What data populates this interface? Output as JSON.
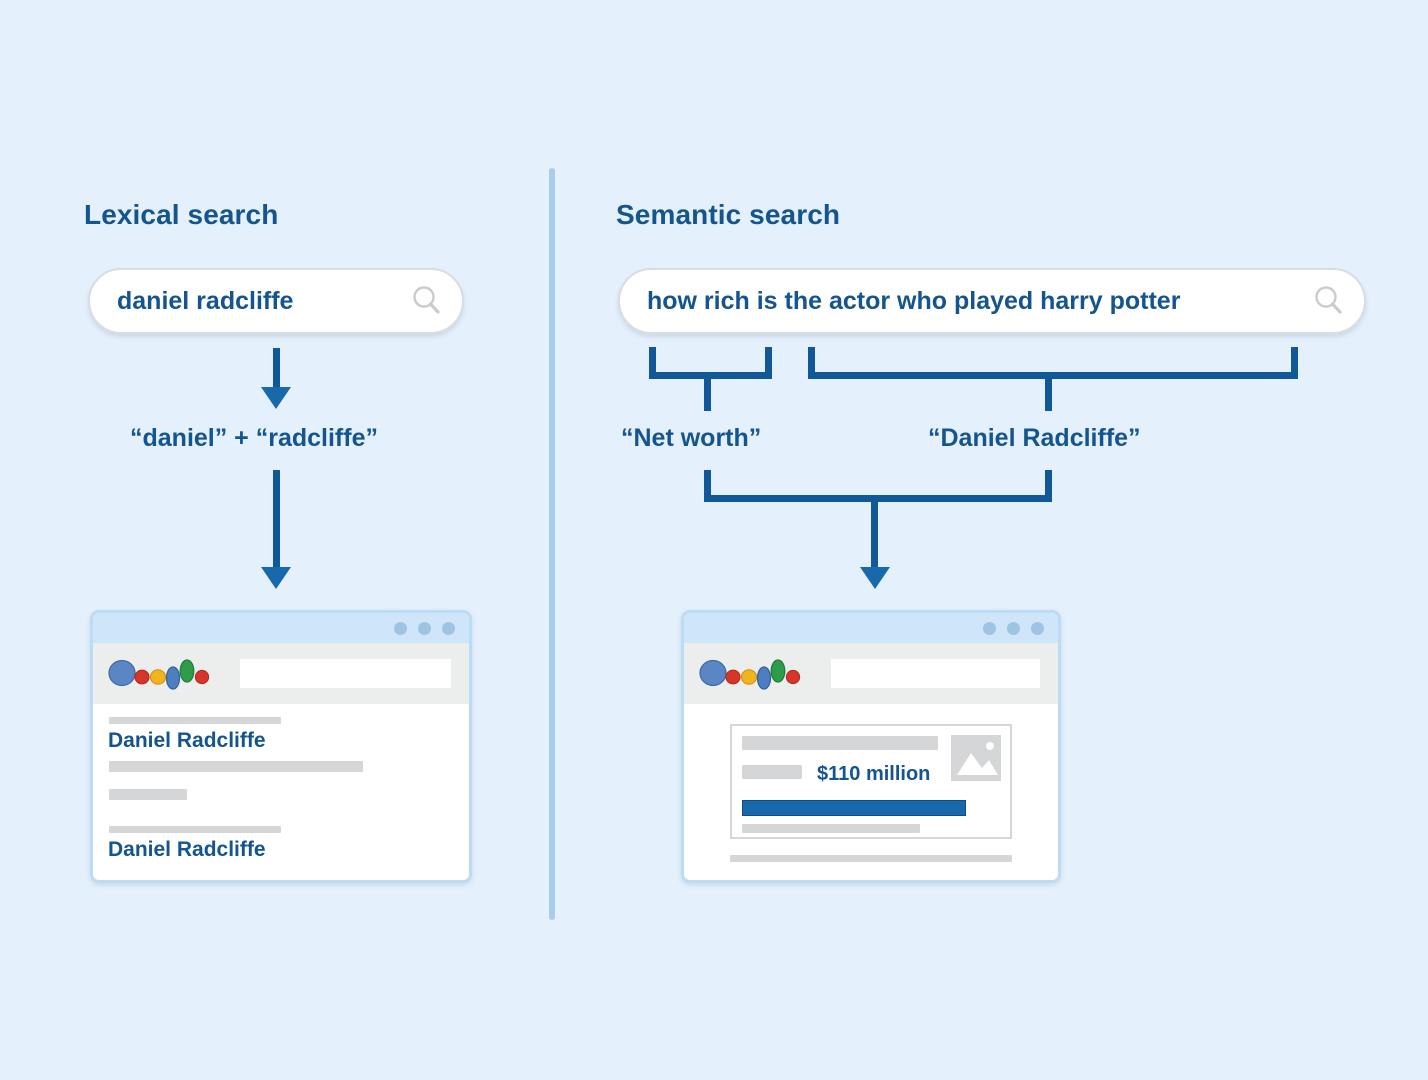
{
  "theme": {
    "background": "#e4f0fc",
    "accent_blue": "#115899",
    "text_blue": "#14548f",
    "divider": "#a8cdec",
    "placeholder_gray": "#d5d6d7"
  },
  "divider": {
    "name": "vertical-divider"
  },
  "left_column": {
    "title": "Lexical search",
    "search": {
      "value": "daniel radcliffe",
      "placeholder": "Search",
      "icon": "search-icon"
    },
    "tokens_label": "“daniel” + “radcliffe”",
    "browser": {
      "window_dots": 3,
      "logo_icon": "google-logo-icon",
      "url_value": "",
      "url_placeholder": "",
      "results": [
        {
          "title": "Daniel Radcliffe"
        },
        {
          "title": "Daniel Radcliffe"
        }
      ]
    }
  },
  "right_column": {
    "title": "Semantic search",
    "search": {
      "value": "how rich is the actor who played harry potter",
      "placeholder": "Search",
      "icon": "search-icon"
    },
    "entities": [
      {
        "label": "“Net worth”"
      },
      {
        "label": "“Daniel Radcliffe”"
      }
    ],
    "browser": {
      "window_dots": 3,
      "logo_icon": "google-logo-icon",
      "url_value": "",
      "url_placeholder": "",
      "knowledge_panel": {
        "amount": "$110 million",
        "image_icon": "image-placeholder-icon"
      }
    }
  }
}
